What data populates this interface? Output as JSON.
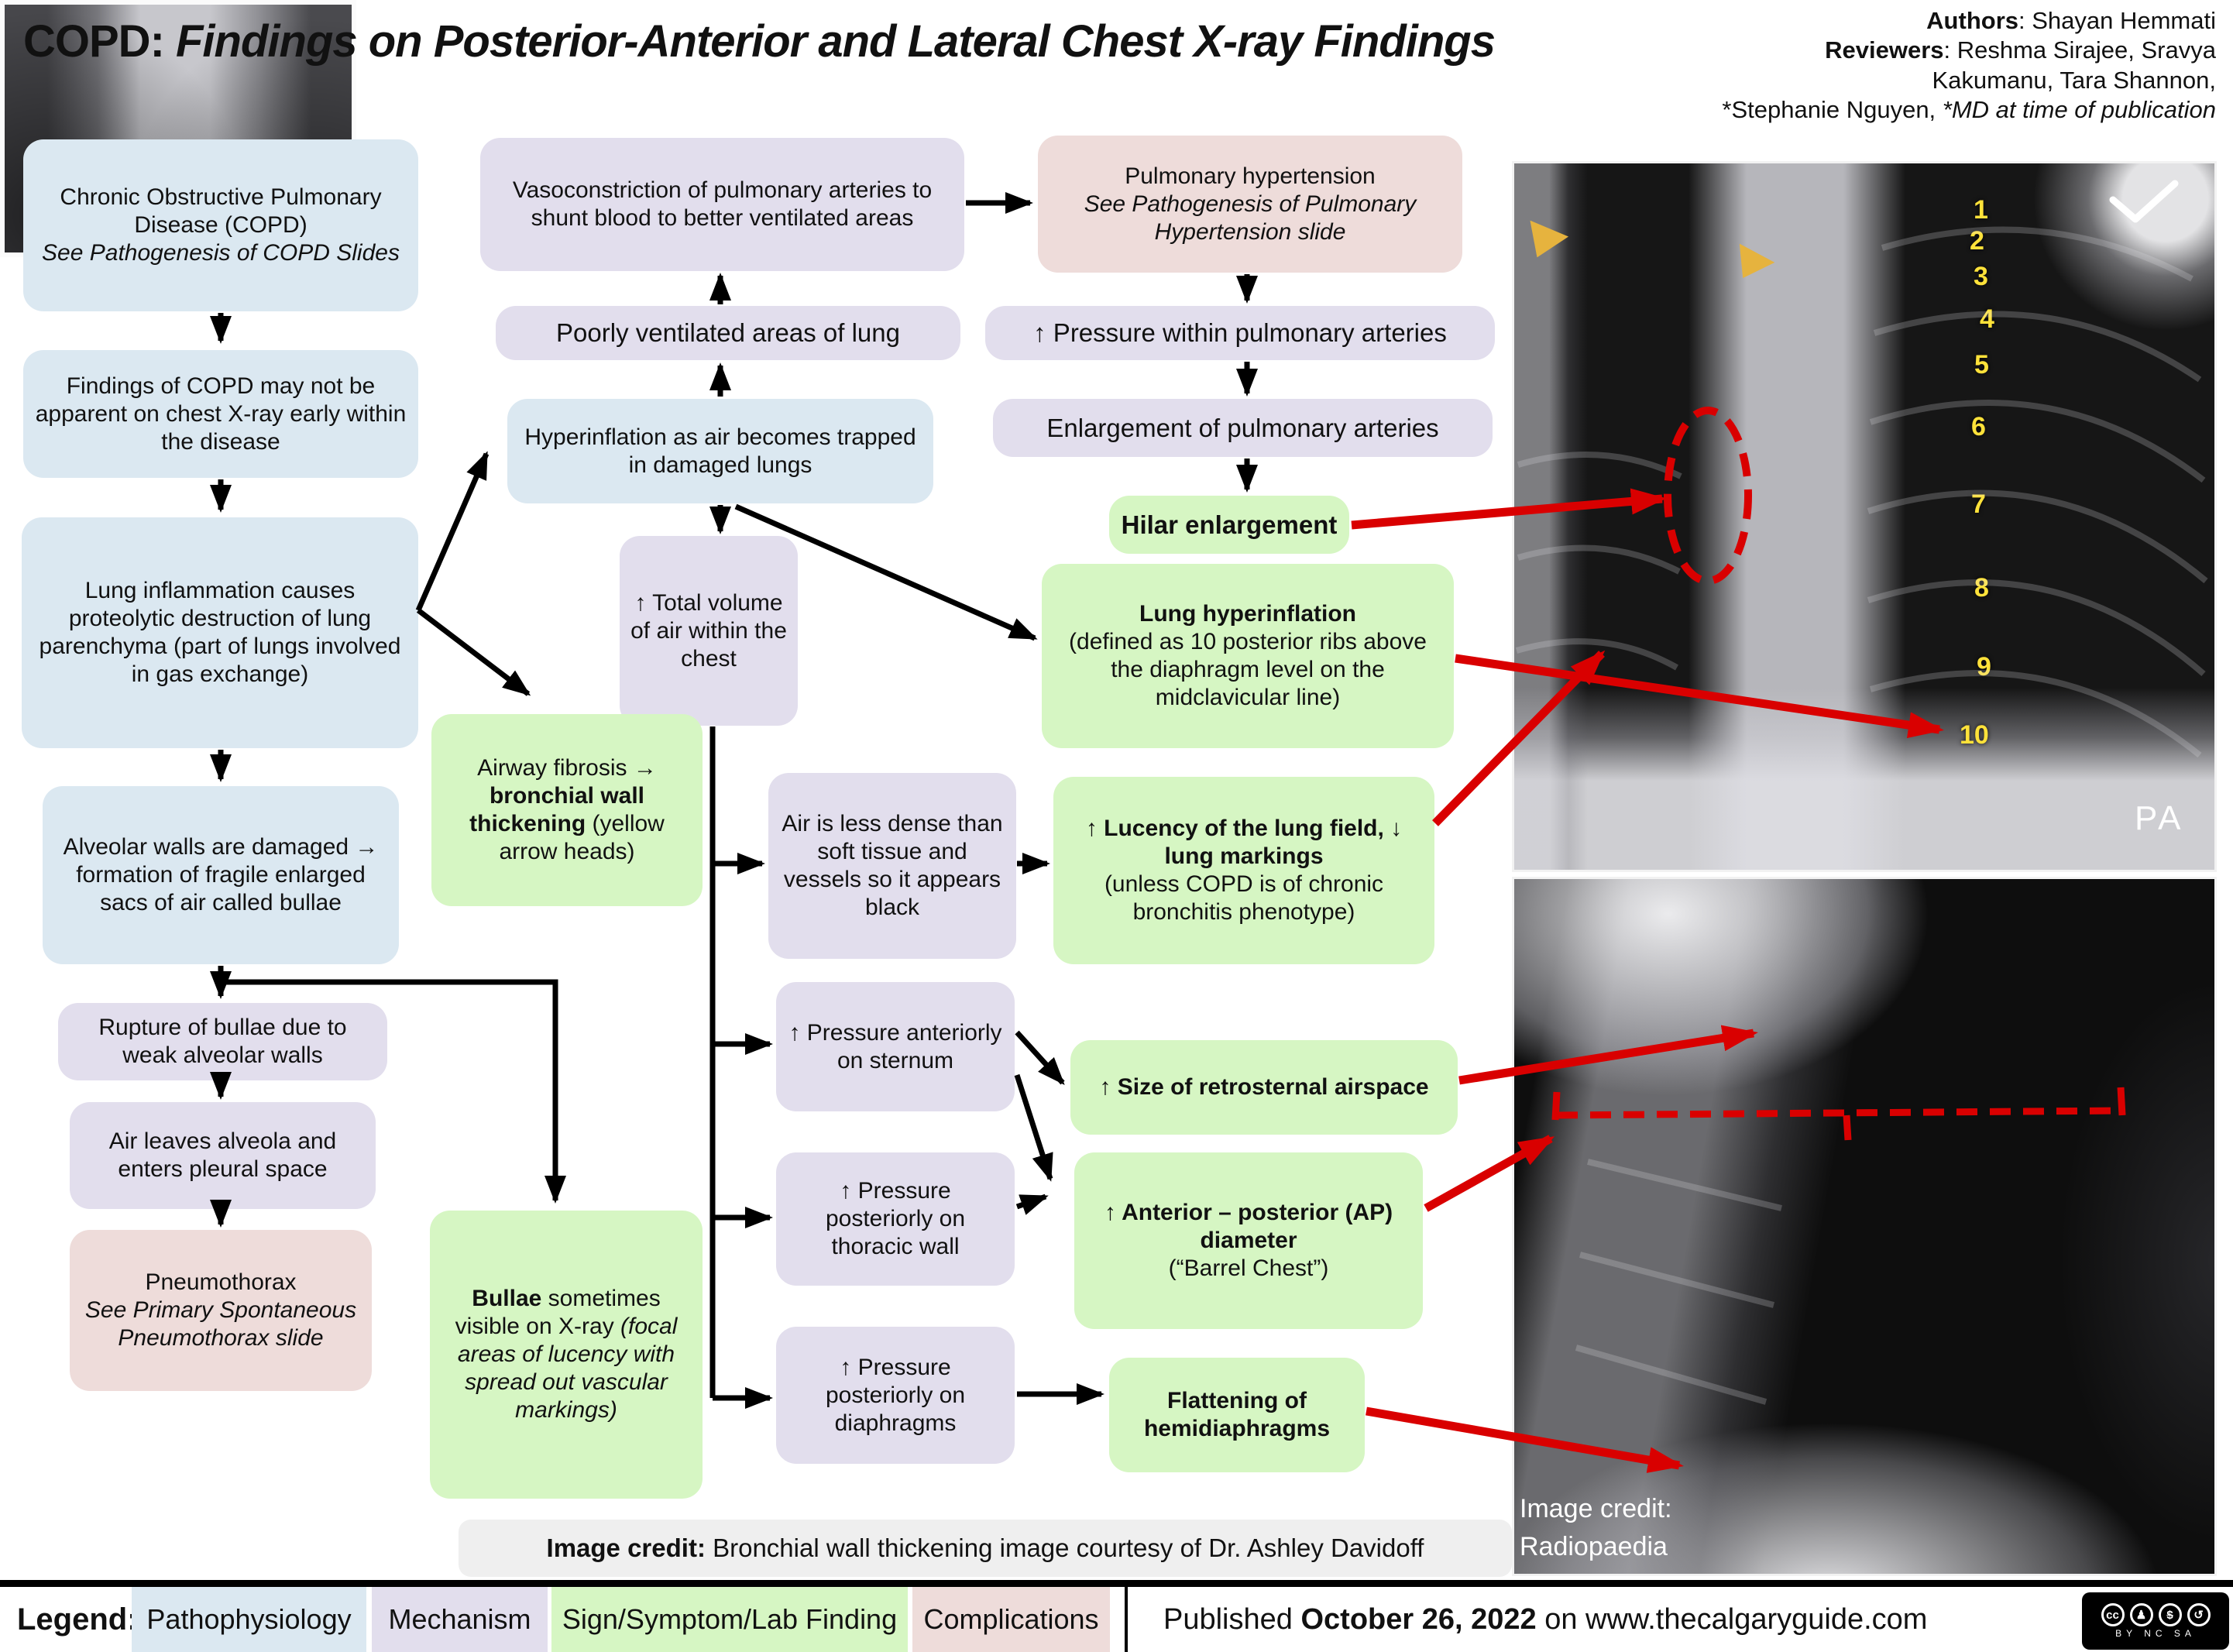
{
  "header": {
    "title_prefix": "COPD:",
    "title_main": " Findings on Posterior-Anterior and Lateral Chest X-ray Findings",
    "authors_label": "Authors",
    "authors_rest": ":  Shayan Hemmati",
    "reviewers_label": "Reviewers",
    "reviewers_rest": ": Reshma Sirajee, Sravya",
    "reviewers_line2": "Kakumanu, Tara Shannon,",
    "reviewers_line3": "*Stephanie Nguyen, ",
    "reviewers_line3_italic": "*MD at time of publication"
  },
  "flow": {
    "copd": {
      "main": "Chronic Obstructive Pulmonary Disease (COPD)",
      "note": "See Pathogenesis of COPD Slides"
    },
    "findings": {
      "main": "Findings of COPD may not be apparent on chest X-ray early within the disease"
    },
    "inflammation": {
      "main": "Lung inflammation causes proteolytic destruction of lung parenchyma (part of lungs involved in gas exchange)"
    },
    "alveolar": {
      "main": "Alveolar walls are damaged → formation of fragile enlarged sacs of air called bullae"
    },
    "rupture": {
      "main": "Rupture of bullae due to weak alveolar walls"
    },
    "air_leaves": {
      "main": "Air leaves alveola and enters pleural space"
    },
    "pneumothorax": {
      "main": "Pneumothorax",
      "note": "See Primary Spontaneous Pneumothorax slide"
    },
    "vasoconstriction": {
      "main": "Vasoconstriction of pulmonary arteries to shunt blood to better ventilated areas"
    },
    "poorly_ventilated": {
      "main": "Poorly ventilated areas of lung"
    },
    "hyperinflation": {
      "main": "Hyperinflation as air becomes trapped in damaged lungs"
    },
    "total_volume": {
      "main": "↑ Total volume of air within the chest"
    },
    "airway_fibrosis": {
      "pre": "Airway fibrosis → ",
      "bold": "bronchial wall thickening",
      "post": " (yellow arrow heads)"
    },
    "bullae": {
      "bold": "Bullae",
      "mid": " sometimes visible on X-ray ",
      "italic": "(focal areas of lucency with spread out vascular markings)"
    },
    "air_less_dense": {
      "main": "Air is less dense than soft tissue and vessels so it appears black"
    },
    "pressure_sternum": {
      "main": "↑ Pressure anteriorly on sternum"
    },
    "pressure_thoracic": {
      "main": "↑ Pressure posteriorly on thoracic wall"
    },
    "pressure_diaphragms": {
      "main": "↑ Pressure posteriorly on diaphragms"
    },
    "pulmonary_htn": {
      "main": "Pulmonary hypertension",
      "note": "See Pathogenesis of Pulmonary Hypertension slide"
    },
    "pressure_arteries": {
      "main": "↑ Pressure within pulmonary arteries"
    },
    "enlarged_arteries": {
      "main": "Enlargement of pulmonary arteries"
    },
    "hilar": {
      "bold": "Hilar enlargement"
    },
    "lung_hyperinflation": {
      "bold": "Lung hyperinflation",
      "rest": "(defined as 10 posterior ribs above the diaphragm level on the midclavicular line)"
    },
    "lucency": {
      "bold": "↑ Lucency of the lung field, ↓ lung markings",
      "rest": "(unless COPD is of chronic bronchitis phenotype)"
    },
    "retrosternal": {
      "bold": "↑ Size of retrosternal airspace"
    },
    "ap_diameter": {
      "bold": "↑ Anterior – posterior (AP) diameter",
      "rest": "(“Barrel Chest”)"
    },
    "flattening": {
      "bold": "Flattening of hemidiaphragms"
    }
  },
  "credits": {
    "bronchial_label": "Image credit:",
    "bronchial_text": " Bronchial wall thickening image courtesy of Dr. Ashley Davidoff",
    "xray_label": "Image credit:",
    "xray_source": "Radiopaedia"
  },
  "xray": {
    "ribs": [
      "1",
      "2",
      "3",
      "4",
      "5",
      "6",
      "7",
      "8",
      "9",
      "10"
    ],
    "pa_label": "PA"
  },
  "legend": {
    "label": "Legend:",
    "items": [
      {
        "label": "Pathophysiology",
        "color": "#dbe8f1"
      },
      {
        "label": "Mechanism",
        "color": "#e2deed"
      },
      {
        "label": "Sign/Symptom/Lab Finding",
        "color": "#d6f6c3"
      },
      {
        "label": "Complications",
        "color": "#eedcda"
      }
    ]
  },
  "footer": {
    "published_prefix": "Published ",
    "published_date": "October 26, 2022",
    "published_suffix": " on www.thecalgaryguide.com",
    "license_text": "BY NC SA",
    "cc_icons": [
      {
        "name": "cc",
        "glyph": "cc"
      },
      {
        "name": "attribution",
        "glyph": "♟"
      },
      {
        "name": "non-commercial",
        "glyph": "$"
      },
      {
        "name": "share-alike",
        "glyph": "↺"
      }
    ]
  },
  "colors": {
    "pathophysiology": "#dbe8f1",
    "mechanism": "#e2deed",
    "sign_symptom": "#d6f6c3",
    "complication": "#eedcda",
    "annotation_red": "#d90000",
    "rib_number_yellow": "#ffe23a",
    "arrowhead_gold": "#e6b33e"
  }
}
